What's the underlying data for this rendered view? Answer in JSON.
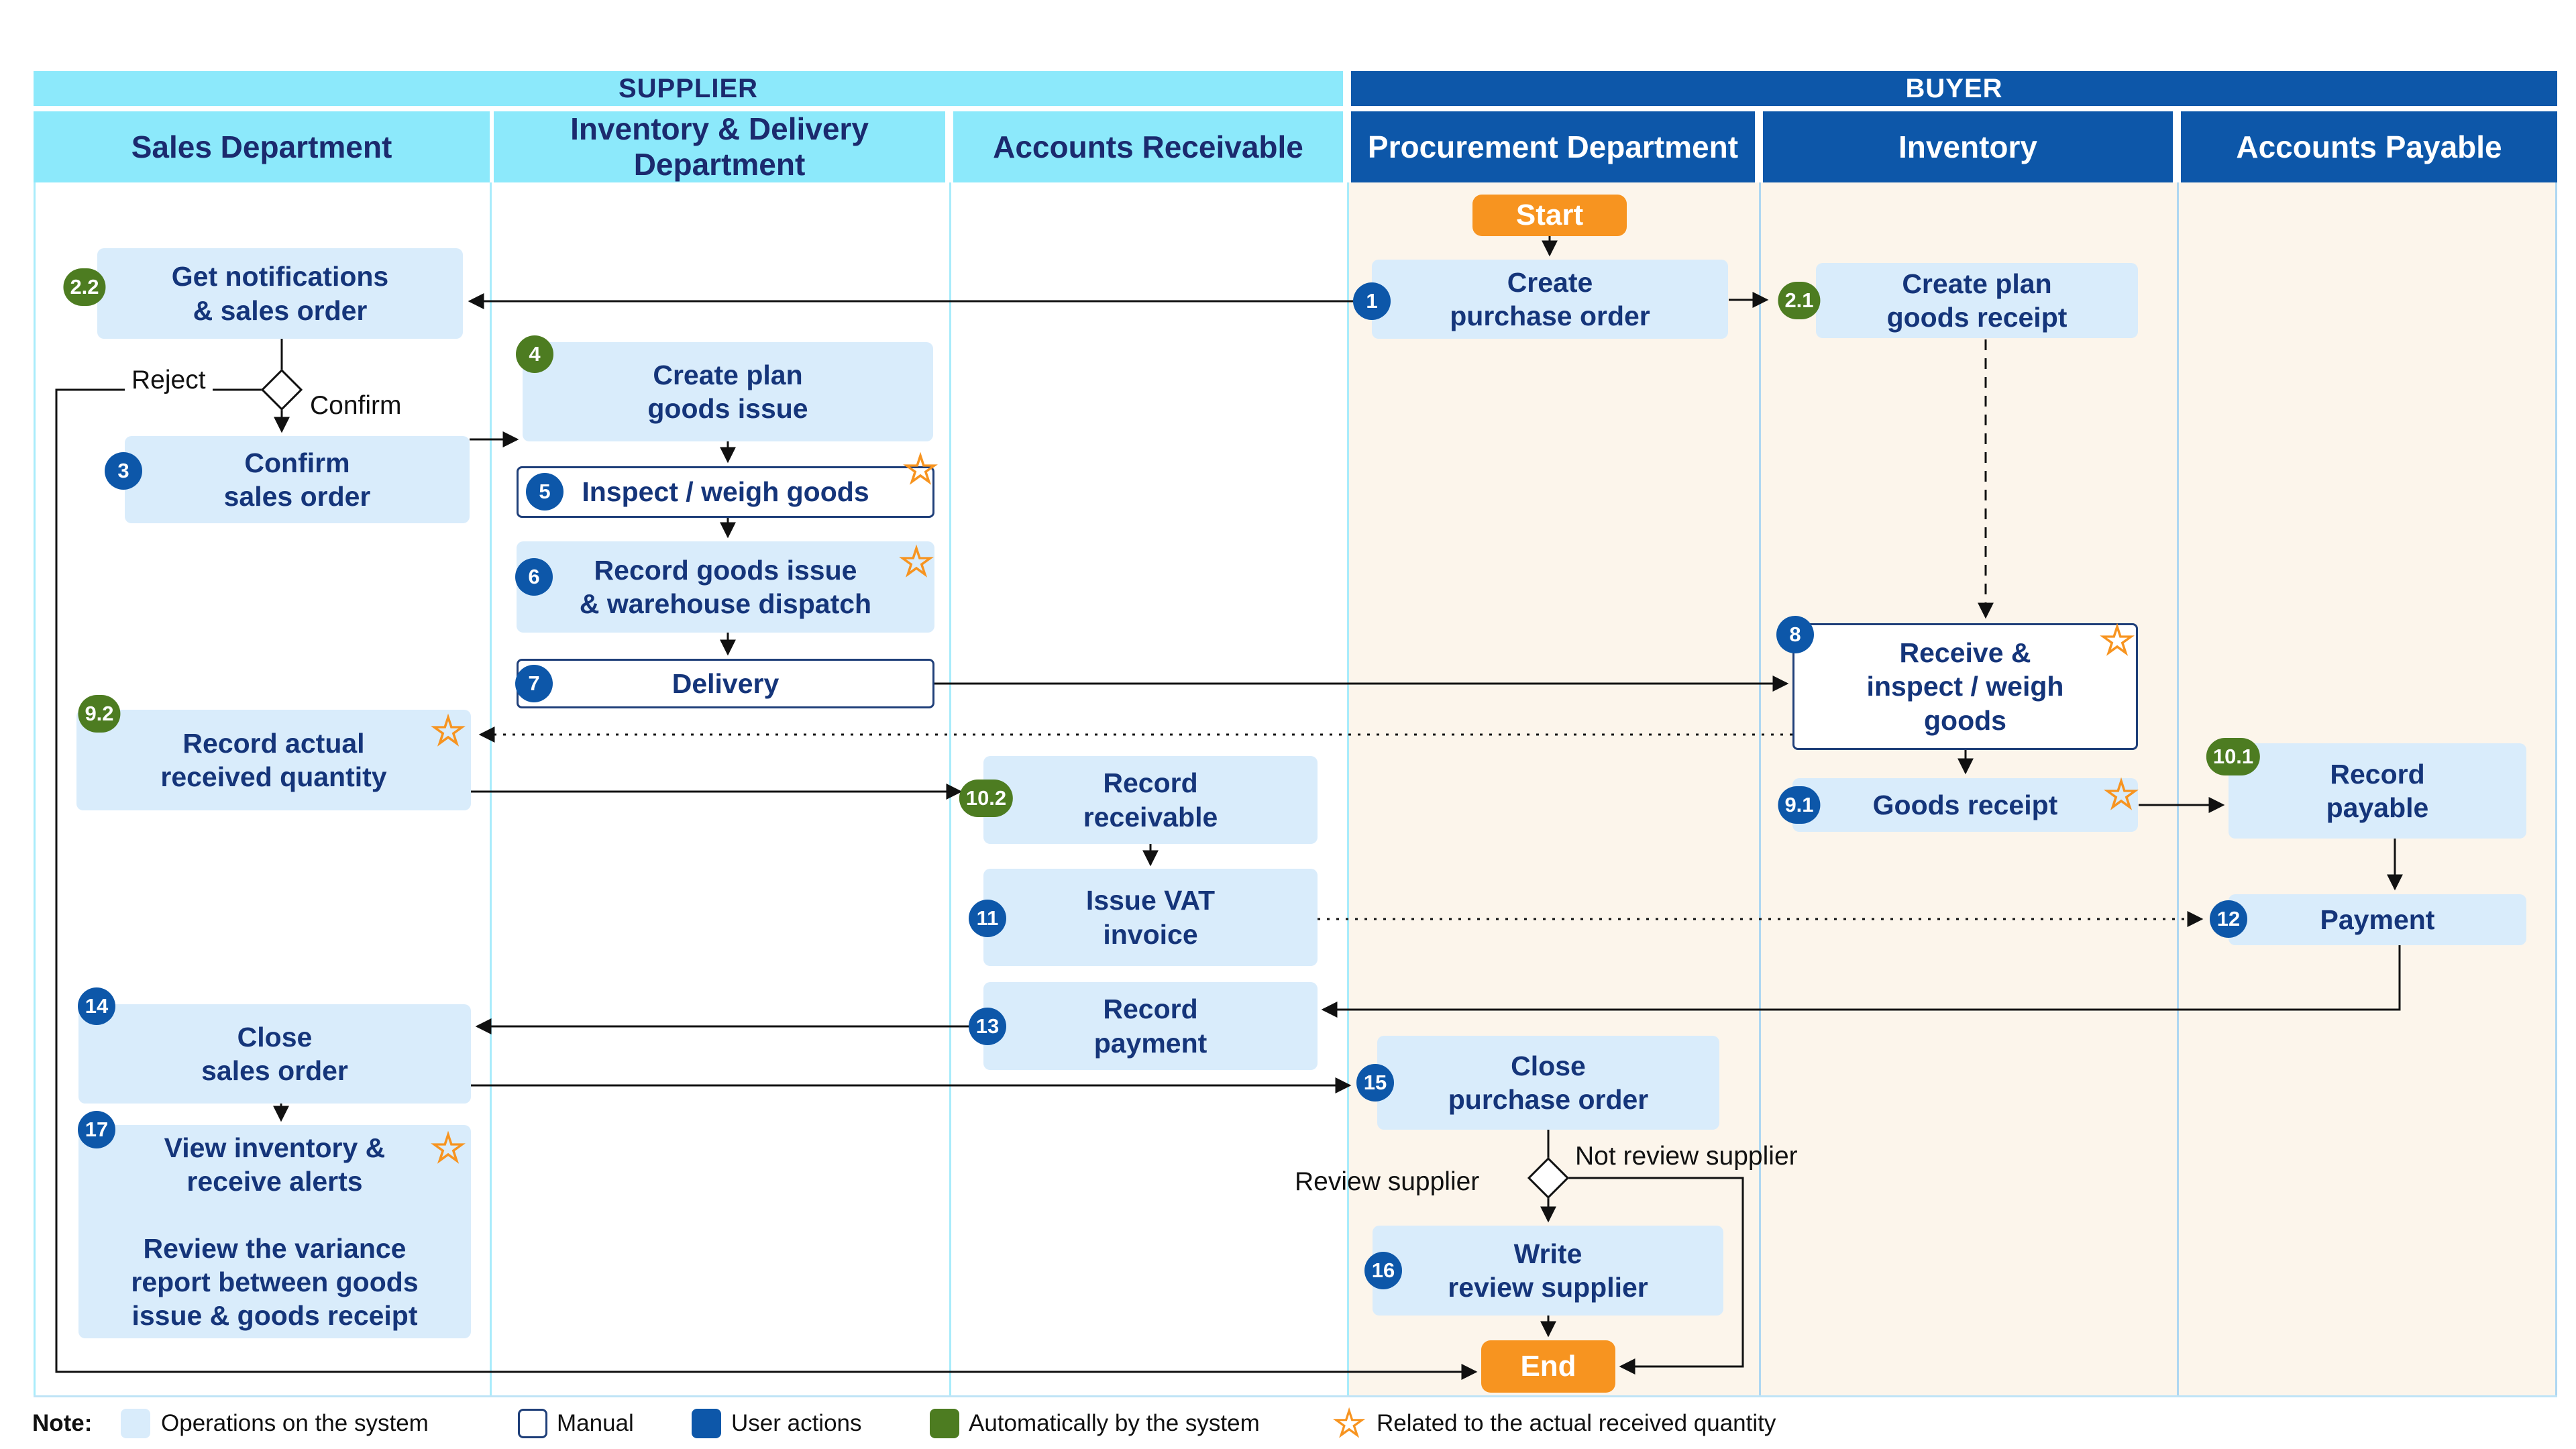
{
  "header": {
    "supplier": "SUPPLIER",
    "buyer": "BUYER",
    "lanes": [
      {
        "label": "Sales Department"
      },
      {
        "label": "Inventory & Delivery\nDepartment"
      },
      {
        "label": "Accounts Receivable"
      },
      {
        "label": "Procurement Department"
      },
      {
        "label": "Inventory"
      },
      {
        "label": "Accounts Payable"
      }
    ]
  },
  "nodes": {
    "start": {
      "label": "Start",
      "type": "start"
    },
    "create_po": {
      "badge": "1",
      "label": "Create\npurchase order",
      "type": "operation"
    },
    "create_plan_gr": {
      "badge": "2.1",
      "label": "Create plan\ngoods receipt",
      "type": "operation"
    },
    "get_notifications": {
      "badge": "2.2",
      "label": "Get notifications\n& sales order",
      "type": "operation"
    },
    "confirm_so": {
      "badge": "3",
      "label": "Confirm\nsales order",
      "type": "operation"
    },
    "create_plan_gi": {
      "badge": "4",
      "label": "Create plan\ngoods issue",
      "type": "operation"
    },
    "inspect_weigh": {
      "badge": "5",
      "label": "Inspect / weigh goods",
      "type": "manual",
      "star": true
    },
    "record_gi": {
      "badge": "6",
      "label": "Record goods issue\n& warehouse dispatch",
      "type": "operation",
      "star": true
    },
    "delivery": {
      "badge": "7",
      "label": "Delivery",
      "type": "manual"
    },
    "receive_inspect": {
      "badge": "8",
      "label": "Receive &\ninspect / weigh\ngoods",
      "type": "manual",
      "star": true
    },
    "goods_receipt": {
      "badge": "9.1",
      "label": "Goods receipt",
      "type": "operation",
      "star": true
    },
    "record_received_qty": {
      "badge": "9.2",
      "label": "Record actual\nreceived quantity",
      "type": "operation",
      "star": true
    },
    "record_receivable": {
      "badge": "10.2",
      "label": "Record\nreceivable",
      "type": "operation"
    },
    "record_payable": {
      "badge": "10.1",
      "label": "Record\npayable",
      "type": "operation"
    },
    "issue_vat": {
      "badge": "11",
      "label": "Issue VAT\ninvoice",
      "type": "operation"
    },
    "payment": {
      "badge": "12",
      "label": "Payment",
      "type": "operation"
    },
    "record_payment": {
      "badge": "13",
      "label": "Record\npayment",
      "type": "operation"
    },
    "close_so": {
      "badge": "14",
      "label": "Close\nsales order",
      "type": "operation"
    },
    "close_po": {
      "badge": "15",
      "label": "Close\npurchase order",
      "type": "operation"
    },
    "write_review": {
      "badge": "16",
      "label": "Write\nreview supplier",
      "type": "operation"
    },
    "view_inventory": {
      "badge": "17",
      "label": "View inventory &\nreceive alerts\n\nReview the variance\nreport between goods\nissue & goods receipt",
      "type": "operation",
      "star": true
    },
    "end": {
      "label": "End",
      "type": "end"
    }
  },
  "decisions": {
    "sales_order": {
      "left": "Reject",
      "right": "Confirm"
    },
    "review": {
      "left": "Review supplier",
      "right": "Not review supplier"
    }
  },
  "legend": {
    "note": "Note:",
    "operations": "Operations on the system",
    "manual": "Manual",
    "user_actions": "User actions",
    "automatic": "Automatically by the system",
    "star": "Related to the actual received quantity"
  },
  "colors": {
    "supplier_header": "#8ce9fb",
    "buyer_header": "#0d57a9",
    "operation_box": "#d9ecfb",
    "user_badge": "#0d57a9",
    "auto_badge": "#4d7c21",
    "start_end": "#f79420",
    "navy_text": "#15357a",
    "buyer_lane_bg": "#fcf5eb",
    "star": "#f79420"
  }
}
